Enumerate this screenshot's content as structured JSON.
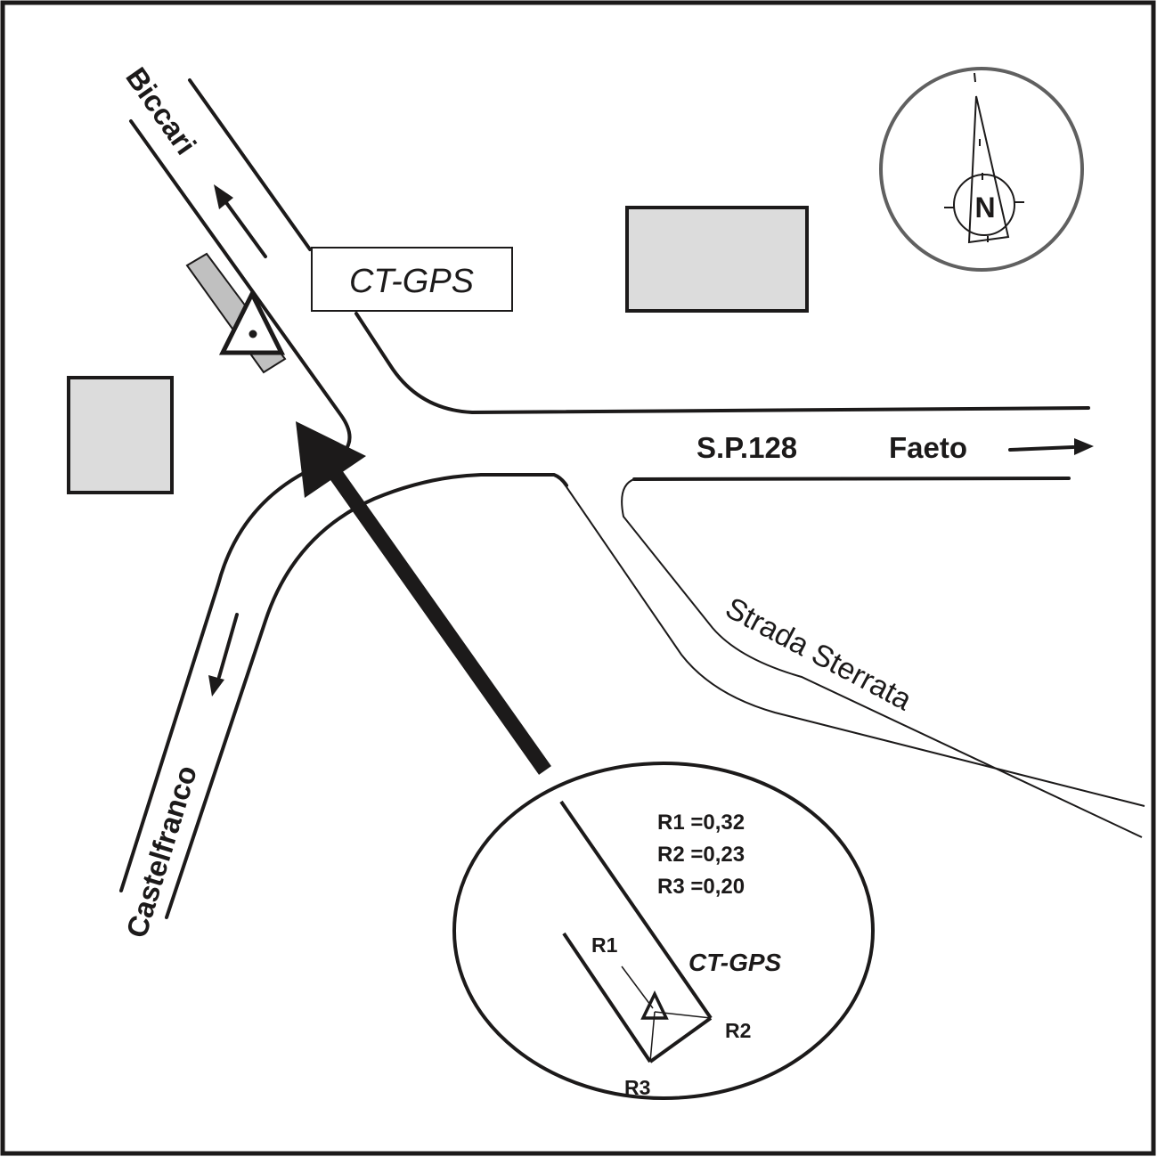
{
  "map": {
    "frame_color": "#1c1a1a",
    "building_fill": "#dcdcdc",
    "compass_ring_color": "#606060",
    "labels": {
      "biccari": "Biccari",
      "castelfranco": "Castelfranco",
      "sp128": "S.P.128",
      "faeto": "Faeto",
      "strada_sterrata": "Strada Sterrata",
      "station_box": "CT-GPS",
      "compass_north": "N"
    },
    "inset": {
      "station_label": "CT-GPS",
      "reference_values": [
        {
          "id": "R1",
          "text": "R1 =0,32",
          "value": 0.32
        },
        {
          "id": "R2",
          "text": "R2 =0,23",
          "value": 0.23
        },
        {
          "id": "R3",
          "text": "R3 =0,20",
          "value": 0.2
        }
      ],
      "point_labels": {
        "r1": "R1",
        "r2": "R2",
        "r3": "R3"
      }
    },
    "icons": [
      "station-triangle-icon",
      "north-arrow-icon",
      "direction-arrow-icon"
    ]
  }
}
